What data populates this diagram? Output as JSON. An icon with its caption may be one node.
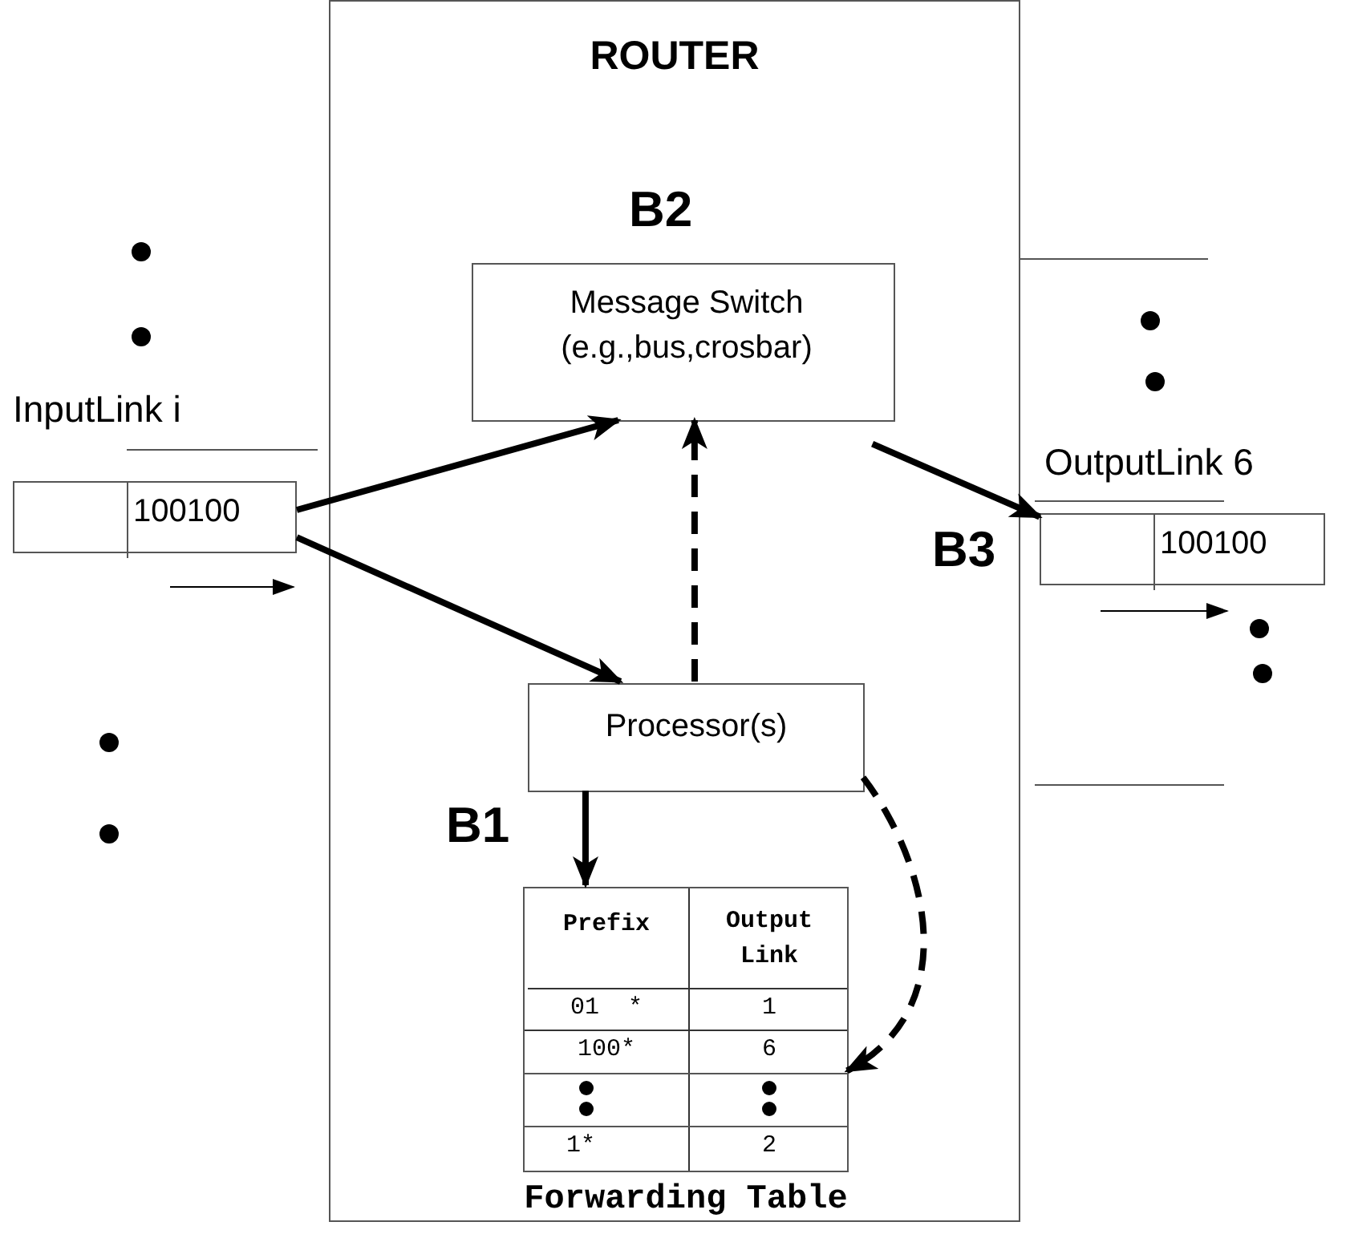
{
  "diagram": {
    "nodes": [
      {
        "text": [
          "ROUTER"
        ]
      },
      {
        "text": [
          "Message Switch (e.g.,bus,crosbar)"
        ],
        "in": 0
      },
      {
        "text": [
          "Processor(s)"
        ],
        "in": 0
      },
      {
        "text": [
          "Forwarding Table"
        ],
        "in": 0
      },
      {
        "text": [
          "100100"
        ]
      },
      {
        "text": [
          "100100"
        ]
      }
    ],
    "edges": [
      {
        "from": 4,
        "to": 1,
        "arrow": "to"
      },
      {
        "from": 4,
        "to": 2,
        "arrow": "to"
      },
      {
        "from": 2,
        "to": 1,
        "arrow": "to",
        "style": "dashed"
      },
      {
        "from": 2,
        "to": 3,
        "arrow": "to"
      },
      {
        "from": 2,
        "to": 3,
        "arrow": "to",
        "style": "dashed"
      },
      {
        "from": 1,
        "to": 5,
        "arrow": "to"
      }
    ],
    "labels": [
      "B2",
      "InputLink i",
      "OutputLink 6",
      "B3",
      "B1",
      "Prefix",
      "Output Link",
      "01  *",
      "1",
      "100*",
      "6",
      "1*",
      "2"
    ]
  }
}
